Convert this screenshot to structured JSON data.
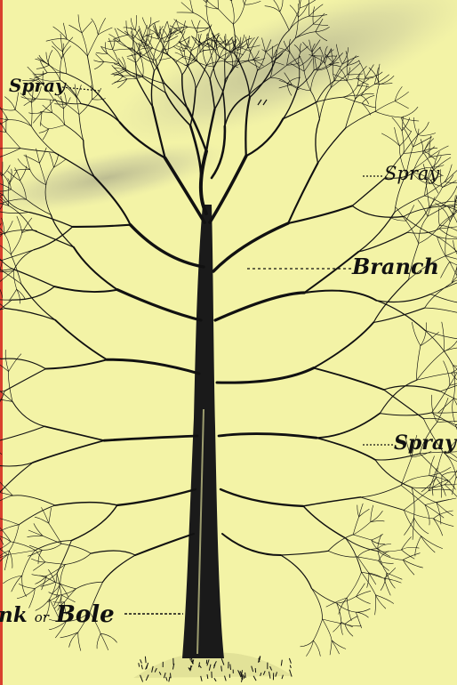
{
  "colors": {
    "paper": "#f3f3a6",
    "ink": "#111111",
    "edge": "#d9402e",
    "stain": "#9c9c8a"
  },
  "labels": {
    "spray_top_left": "Spray",
    "spray_right_top": "Spray",
    "branch": "Branch",
    "spray_right_bottom": "Spray",
    "trunk": {
      "prefix": "nk",
      "connector": "or",
      "suffix": "Bole"
    }
  },
  "icons": [
    "tree-illustration"
  ]
}
